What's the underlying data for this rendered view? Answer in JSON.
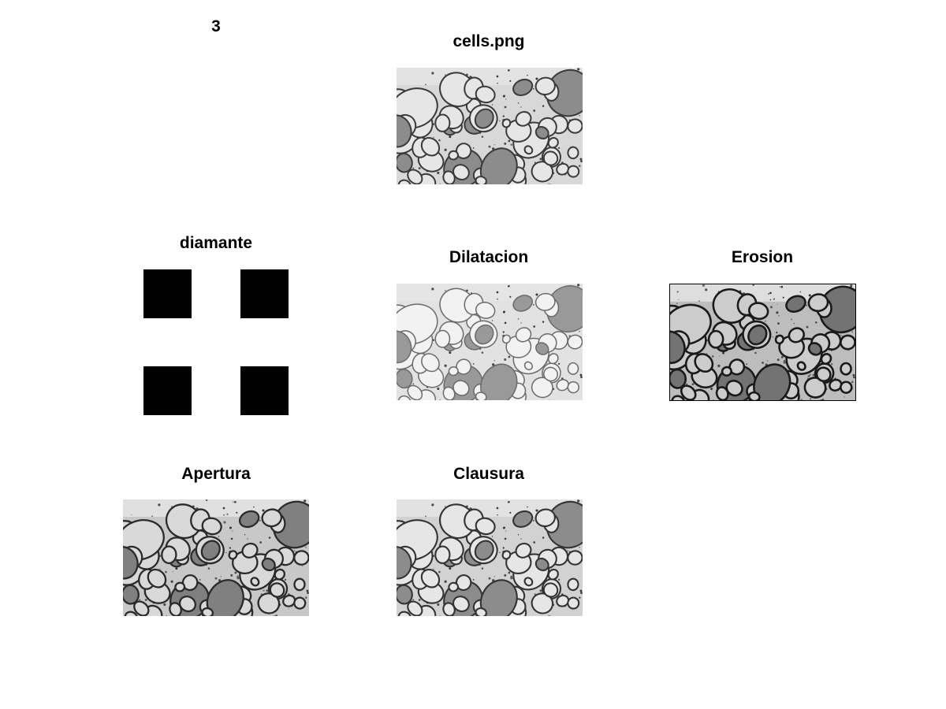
{
  "figure": {
    "number_label": "3"
  },
  "panels": {
    "original": {
      "title": "cells.png"
    },
    "structuring_element": {
      "title": "diamante"
    },
    "dilation": {
      "title": "Dilatacion"
    },
    "erosion": {
      "title": "Erosion"
    },
    "opening": {
      "title": "Apertura"
    },
    "closing": {
      "title": "Clausura"
    }
  }
}
